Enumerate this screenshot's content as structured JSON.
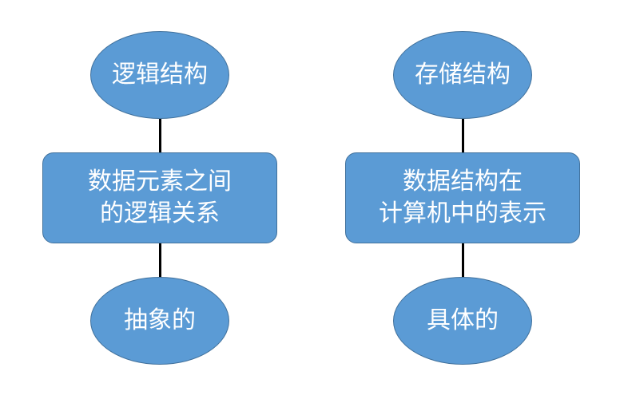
{
  "left_column": {
    "top": "逻辑结构",
    "middle_lines": [
      "数据元素之间",
      "的逻辑关系"
    ],
    "bottom": "抽象的"
  },
  "right_column": {
    "top": "存储结构",
    "middle_lines": [
      "数据结构在",
      "计算机中的表示"
    ],
    "bottom": "具体的"
  },
  "colors": {
    "node_fill": "#5b9bd5",
    "node_border": "#41719c",
    "node_text": "#ffffff",
    "connector": "#000000"
  }
}
